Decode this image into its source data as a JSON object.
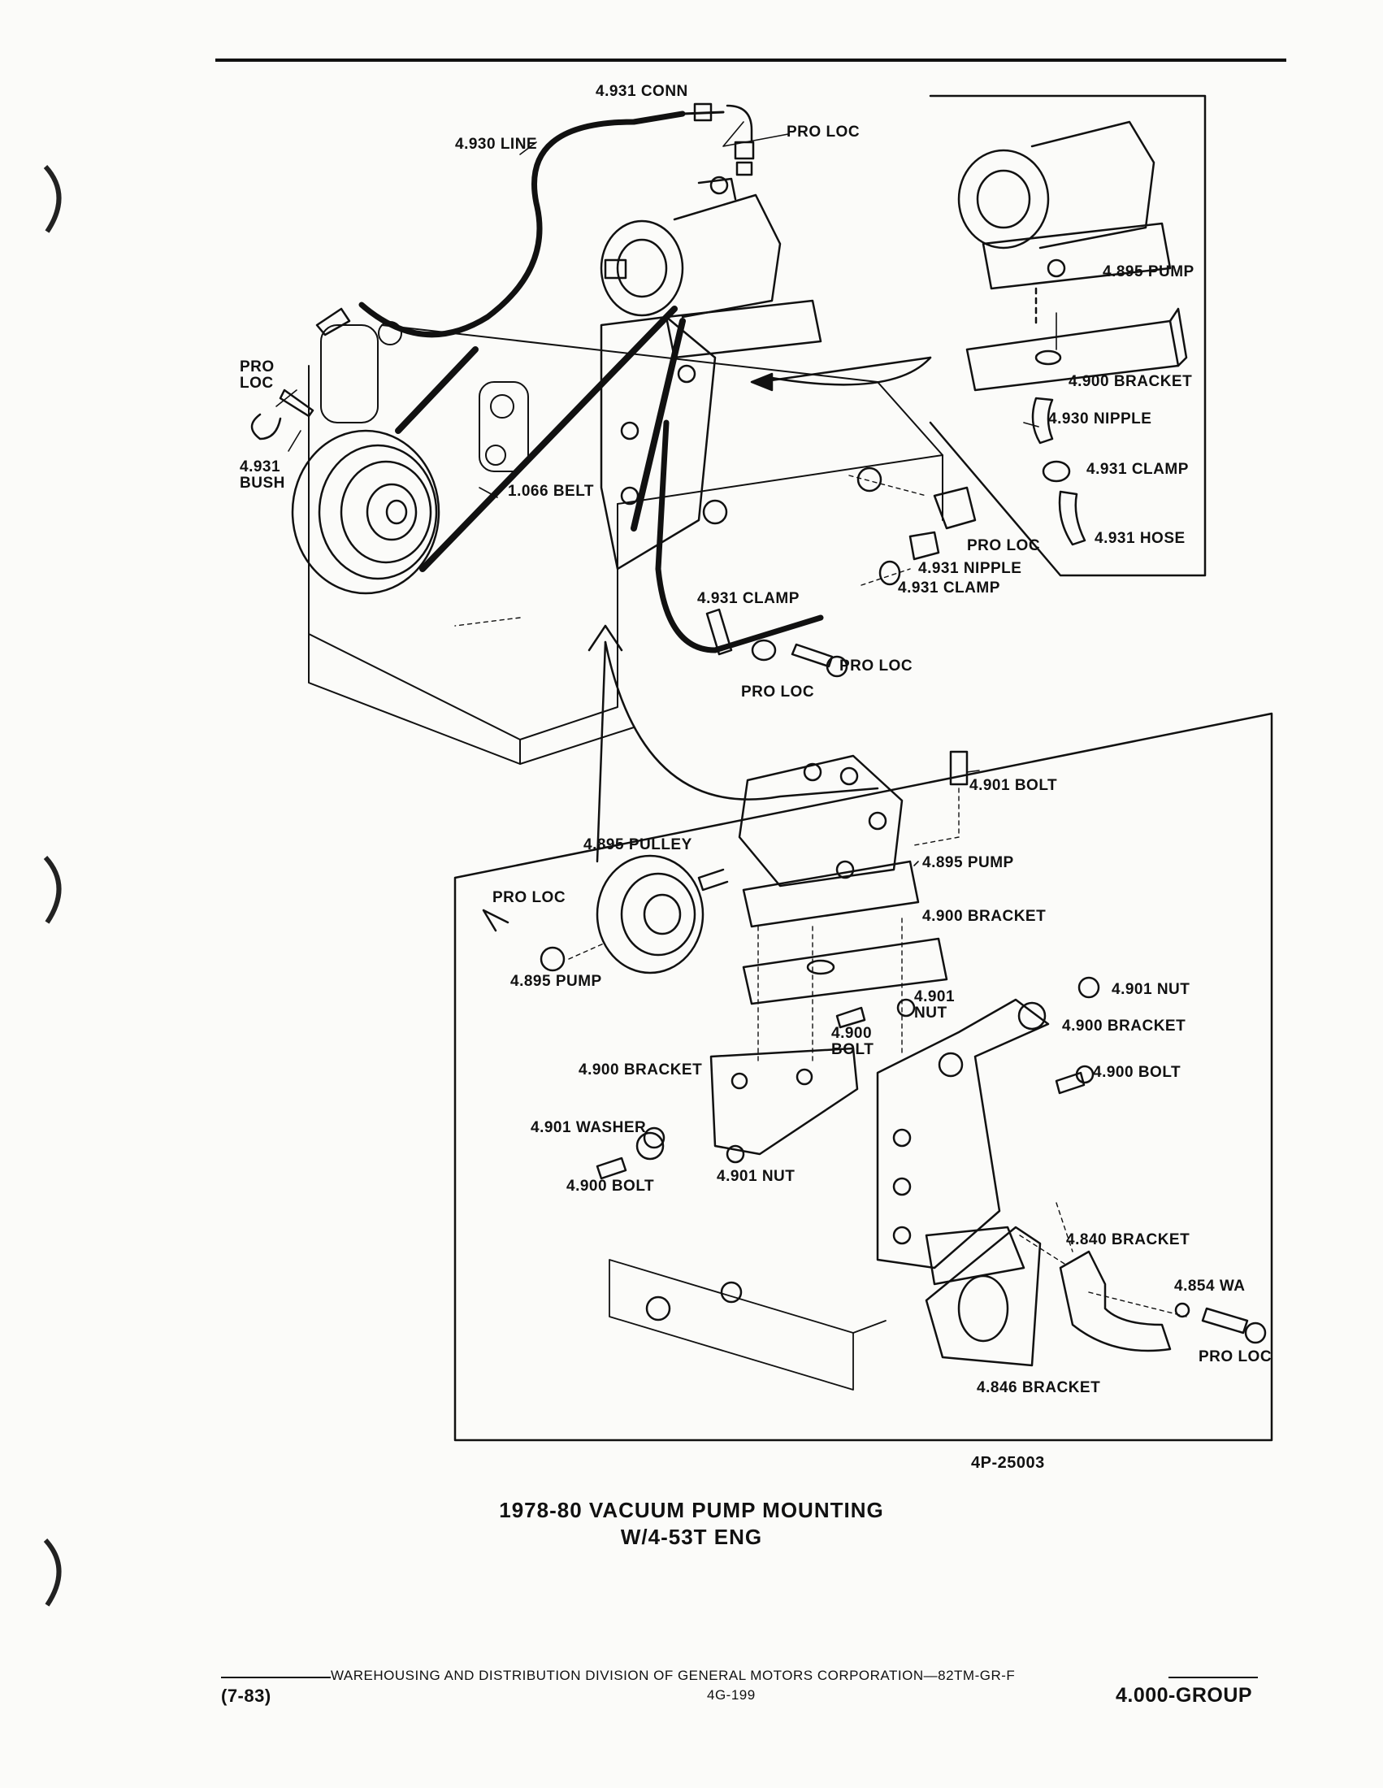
{
  "labels": {
    "conn_4931": "4.931 CONN",
    "line_4930": "4.930 LINE",
    "pro_loc_top": "PRO LOC",
    "pro_loc_left": "PRO\nLOC",
    "bush_4931": "4.931\nBUSH",
    "belt_1066": "1.066 BELT",
    "pro_loc_right": "PRO LOC",
    "nipple_4931": "4.931 NIPPLE",
    "clamp_4931_right": "4.931 CLAMP",
    "clamp_4931_mid": "4.931 CLAMP",
    "pro_loc_bolt": "PRO LOC",
    "pro_loc_below": "PRO LOC",
    "inset_pump_4895": "4.895 PUMP",
    "inset_bracket_4900": "4.900 BRACKET",
    "inset_nipple_4930": "4.930 NIPPLE",
    "inset_clamp_4931": "4.931 CLAMP",
    "inset_hose_4931": "4.931 HOSE",
    "bolt_4901": "4.901 BOLT",
    "pulley_4895": "4.895 PULLEY",
    "pump_4895_right": "4.895 PUMP",
    "pro_loc_pulley": "PRO LOC",
    "pump_4895_left": "4.895 PUMP",
    "bracket_4900_top": "4.900 BRACKET",
    "nut_4901_right": "4.901 NUT",
    "nut_4901_center": "4.901\nNUT",
    "bolt_4900_center": "4.900\nBOLT",
    "bracket_4900_right": "4.900 BRACKET",
    "bracket_4900_left": "4.900 BRACKET",
    "bolt_4900_right": "4.900 BOLT",
    "washer_4901": "4.901 WASHER",
    "bolt_4900_left": "4.900 BOLT",
    "nut_4901_lower": "4.901 NUT",
    "bracket_4840": "4.840 BRACKET",
    "wa_4854": "4.854 WA",
    "pro_loc_lower_right": "PRO LOC",
    "bracket_4846": "4.846 BRACKET"
  },
  "figure_number": "4P-25003",
  "title_line1": "1978-80 VACUUM PUMP MOUNTING",
  "title_line2": "W/4-53T ENG",
  "footer": {
    "division_text": "WAREHOUSING AND DISTRIBUTION DIVISION OF GENERAL MOTORS CORPORATION—82TM-GR-F",
    "date": "(7-83)",
    "page": "4G-199",
    "group": "4.000-GROUP"
  }
}
